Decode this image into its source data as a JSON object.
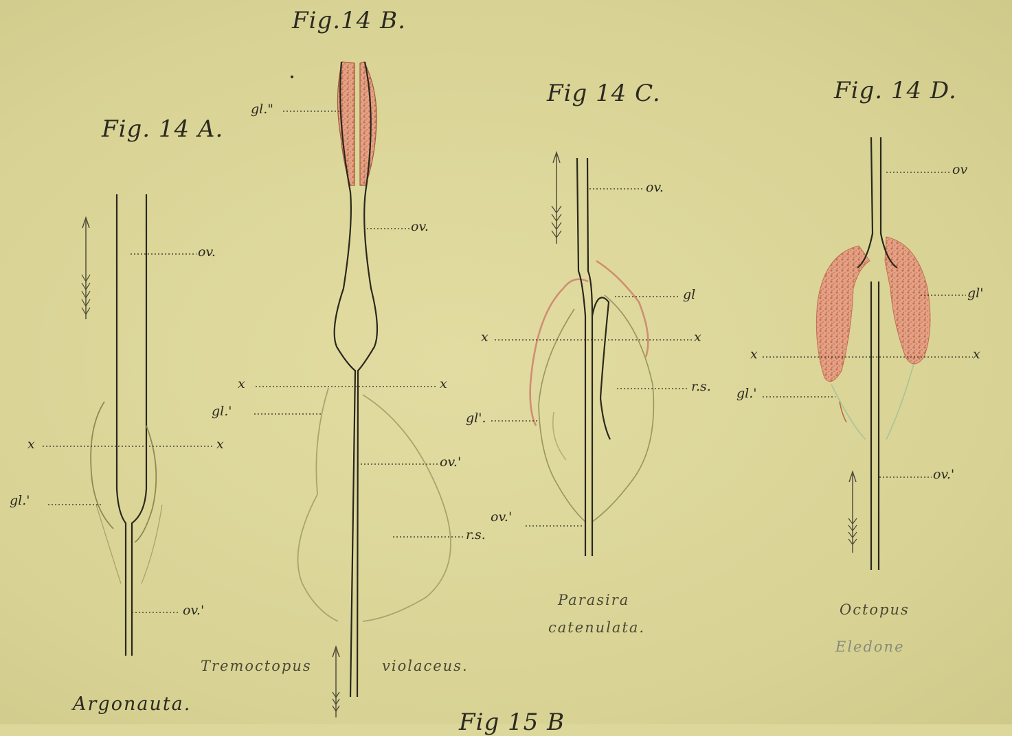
{
  "figures": {
    "A": {
      "title": "Fig. 14 A.",
      "labels": {
        "ov": "ov.",
        "x_left": "x",
        "x_right": "x",
        "gl1": "gl.'",
        "ov1": "ov.'"
      },
      "species": "Argonauta."
    },
    "B": {
      "title": "Fig.14 B.",
      "labels": {
        "gl2": "gl.\"",
        "ov": "ov.",
        "x_left": "x",
        "x_right": "x",
        "gl1": "gl.'",
        "ov1": "ov.'",
        "rs": "r.s."
      },
      "species": [
        "Tremoctopus",
        "violaceus."
      ]
    },
    "C": {
      "title": "Fig 14 C.",
      "labels": {
        "ov": "ov.",
        "gl": "gl",
        "x_left": "x",
        "x_right": "x",
        "rs": "r.s.",
        "gl1": "gl'.",
        "ov1": "ov.'"
      },
      "species": [
        "Parasira",
        "catenulata."
      ]
    },
    "D": {
      "title": "Fig. 14 D.",
      "labels": {
        "ov": "ov",
        "gl1": "gl'",
        "x_left": "x",
        "x_right": "x",
        "gl1b": "gl.'",
        "ov1": "ov.'"
      },
      "species": [
        "Octopus",
        "Eledone"
      ]
    }
  },
  "bottom_caption": "Fig 15 B",
  "colors": {
    "paper": "#dcd79b",
    "ink": "#2c2a20",
    "gland": "#d98a6a",
    "gland_light": "#e4a88a",
    "receptacle": "#b9b886"
  }
}
